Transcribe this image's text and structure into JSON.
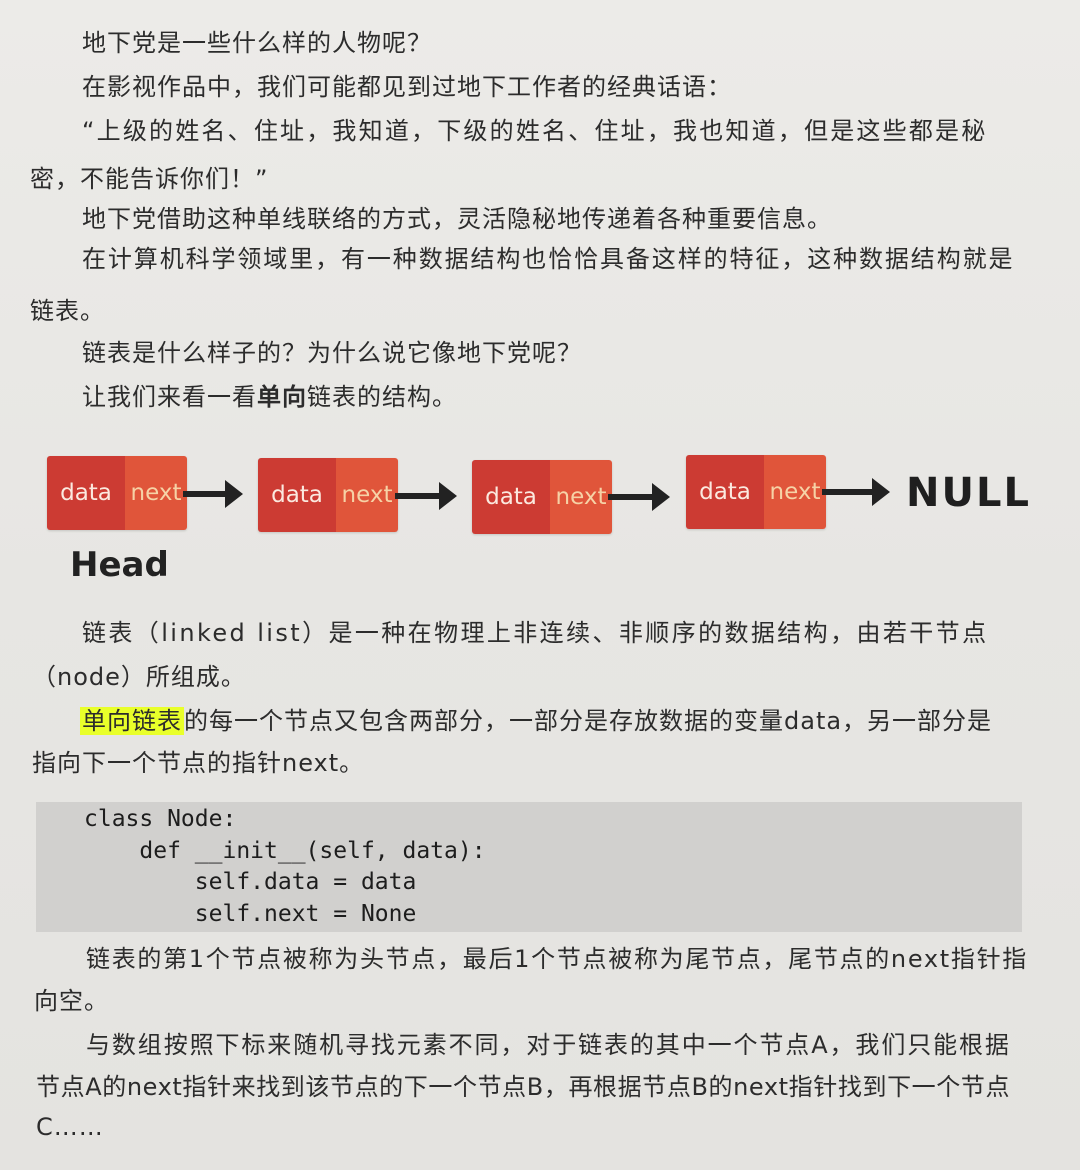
{
  "text": {
    "line1": "地下党是一些什么样的人物呢？",
    "line2": "在影视作品中，我们可能都见到过地下工作者的经典话语：",
    "line3": "“上级的姓名、住址，我知道，下级的姓名、住址，我也知道，但是这些都是秘",
    "line4": "密，不能告诉你们！”",
    "line5": "地下党借助这种单线联络的方式，灵活隐秘地传递着各种重要信息。",
    "line6": "在计算机科学领域里，有一种数据结构也恰恰具备这样的特征，这种数据结构就是",
    "line7": "链表。",
    "line8": "链表是什么样子的？为什么说它像地下党呢？",
    "line9_pre": "让我们来看一看",
    "line9_bold": "单向",
    "line9_post": "链表的结构。",
    "line10": "链表（linked list）是一种在物理上非连续、非顺序的数据结构，由若干节点",
    "line11": "（node）所组成。",
    "line12_hl": "单向链表",
    "line12_post": "的每一个节点又包含两部分，一部分是存放数据的变量data，另一部分是",
    "line13": "指向下一个节点的指针next。",
    "line14": "链表的第1个节点被称为头节点，最后1个节点被称为尾节点，尾节点的next指针指",
    "line15": "向空。",
    "line16": "与数组按照下标来随机寻找元素不同，对于链表的其中一个节点A，我们只能根据",
    "line17": "节点A的next指针来找到该节点的下一个节点B，再根据节点B的next指针找到下一个节点",
    "line18": "C……"
  },
  "diagram": {
    "data_label": "data",
    "next_label": "next",
    "null_label": "NULL",
    "head_label": "Head"
  },
  "code": "class Node:\n    def __init__(self, data):\n        self.data = data\n        self.next = None",
  "colors": {
    "data_cell": "#cc3b33",
    "next_cell": "#e0553a",
    "highlight": "#e9ff2a"
  }
}
